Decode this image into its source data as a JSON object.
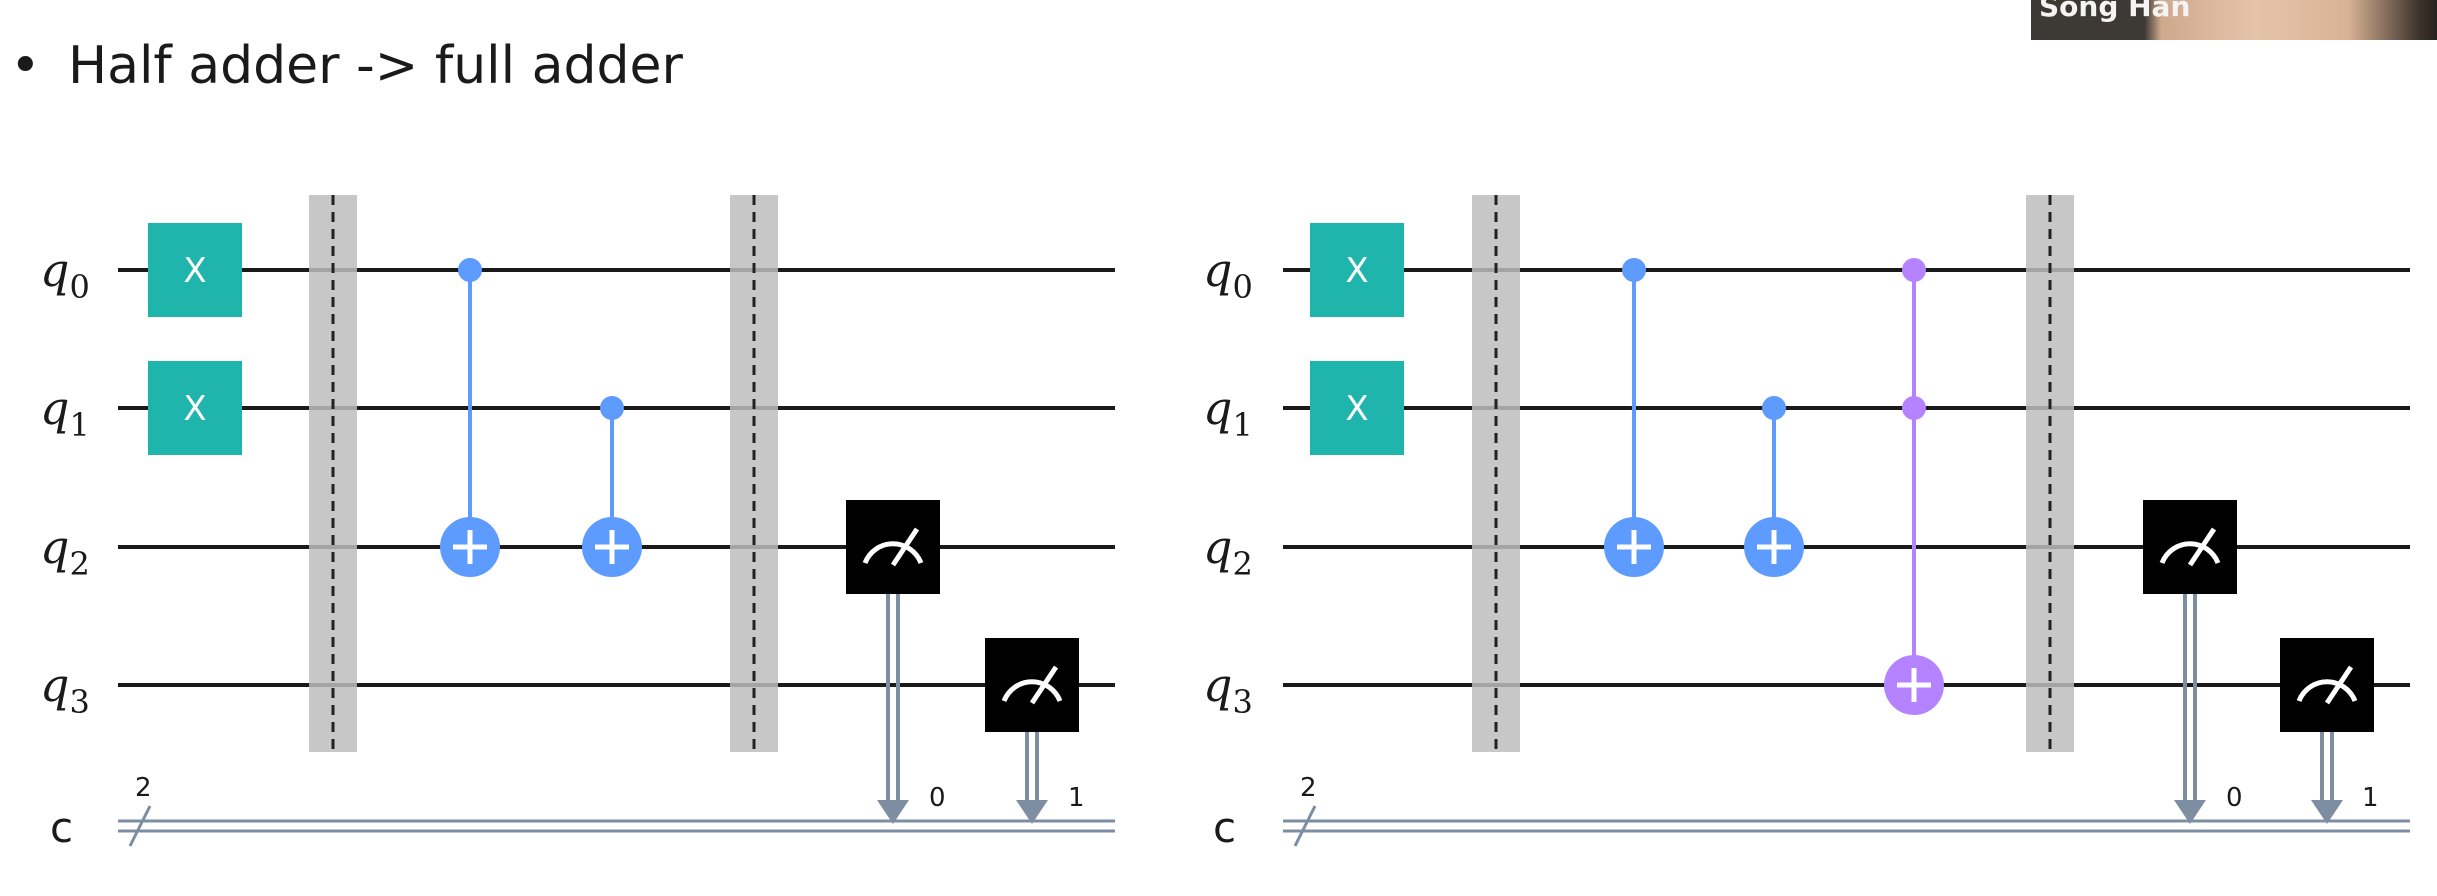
{
  "slide": {
    "bullet": "•",
    "title": "Half adder -> full adder"
  },
  "webcam": {
    "speaker_name": "Song Han"
  },
  "colors": {
    "x_gate": "#1fb5ad",
    "x_gate_text": "#ffffff",
    "cnot": "#5e9bff",
    "toffoli": "#b583ff",
    "measure": "#000000",
    "barrier": "#bdbdbd",
    "wire": "#1a1a1a",
    "classical_wire": "#7d8ea3"
  },
  "circuits": [
    {
      "id": "half-adder",
      "qubits": [
        "q0",
        "q1",
        "q2",
        "q3"
      ],
      "classical_register": {
        "name": "c",
        "width": "2"
      },
      "gates": [
        {
          "type": "x",
          "label": "X",
          "qubit": 0,
          "column": "pre"
        },
        {
          "type": "x",
          "label": "X",
          "qubit": 1,
          "column": "pre"
        },
        {
          "type": "barrier",
          "column": "b1"
        },
        {
          "type": "cx",
          "control": 0,
          "target": 2,
          "column": "cx1"
        },
        {
          "type": "cx",
          "control": 1,
          "target": 2,
          "column": "cx2"
        },
        {
          "type": "barrier",
          "column": "b2"
        },
        {
          "type": "measure",
          "qubit": 2,
          "clbit": "0",
          "column": "m1"
        },
        {
          "type": "measure",
          "qubit": 3,
          "clbit": "1",
          "column": "m2"
        }
      ]
    },
    {
      "id": "full-adder",
      "qubits": [
        "q0",
        "q1",
        "q2",
        "q3"
      ],
      "classical_register": {
        "name": "c",
        "width": "2"
      },
      "gates": [
        {
          "type": "x",
          "label": "X",
          "qubit": 0,
          "column": "pre"
        },
        {
          "type": "x",
          "label": "X",
          "qubit": 1,
          "column": "pre"
        },
        {
          "type": "barrier",
          "column": "b1"
        },
        {
          "type": "cx",
          "control": 0,
          "target": 2,
          "column": "cx1"
        },
        {
          "type": "cx",
          "control": 1,
          "target": 2,
          "column": "cx2"
        },
        {
          "type": "ccx",
          "controls": [
            0,
            1
          ],
          "target": 3,
          "column": "ccx"
        },
        {
          "type": "barrier",
          "column": "b2"
        },
        {
          "type": "measure",
          "qubit": 2,
          "clbit": "0",
          "column": "m1"
        },
        {
          "type": "measure",
          "qubit": 3,
          "clbit": "1",
          "column": "m2"
        }
      ]
    }
  ]
}
